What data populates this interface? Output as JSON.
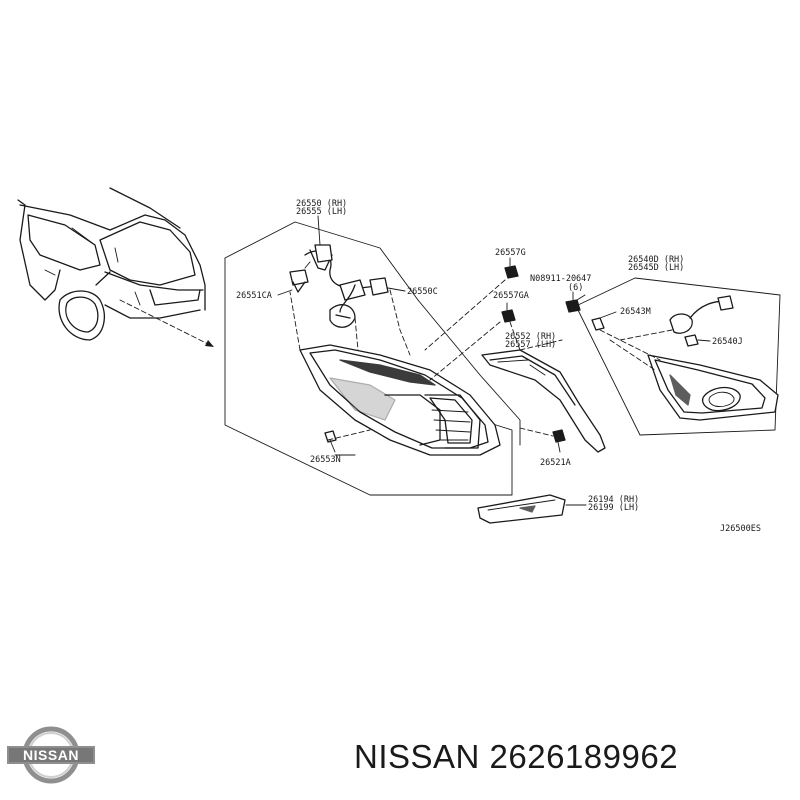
{
  "diagram": {
    "drawing_code": "J26500ES",
    "parts": {
      "lamp_rear_combination": [
        "26550 (RH)",
        "26555 (LH)"
      ],
      "socket_a": "26551CA",
      "bulb_c": "26550C",
      "nut_n": "26553N",
      "bolt_g": "26557G",
      "clip_ga": "26557GA",
      "lamp_side_outer": [
        "26552 (RH)",
        "26557 (LH)"
      ],
      "nut_bolt": "N08911-20647",
      "nut_bolt_qty": "(6)",
      "lamp_rear_finisher": [
        "26540D (RH)",
        "26545D (LH)"
      ],
      "socket_m": "26543M",
      "bulb_j": "26540J",
      "screw_a": "26521A",
      "reflex_reflector": [
        "26194 (RH)",
        "26199 (LH)"
      ]
    }
  },
  "brand": {
    "logo_text": "NISSAN",
    "caption": "NISSAN 2626189962"
  }
}
